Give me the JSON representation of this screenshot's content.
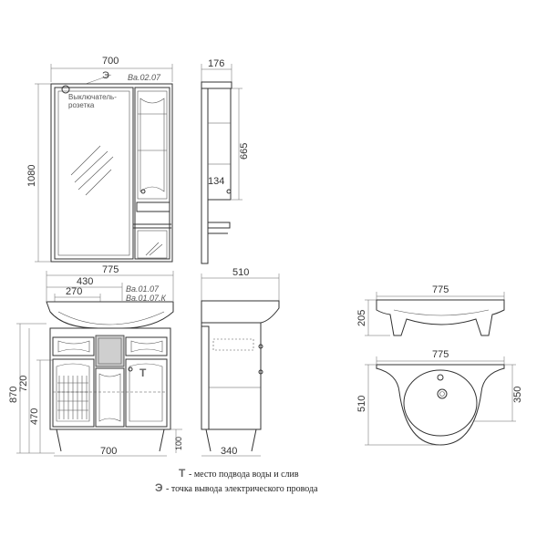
{
  "mirror": {
    "width": "700",
    "height": "1080",
    "depth": "176",
    "shelf_height": "665",
    "shelf_offset": "134",
    "model_code": "Ва.02.07",
    "outlet_mark": "Э",
    "outlet_label_line1": "Выключатель-",
    "outlet_label_line2": "розетка"
  },
  "cabinet": {
    "overall_width": "775",
    "inner_width_top": "430",
    "inner_width_mid": "270",
    "model_code_1": "Ва.01.07",
    "model_code_2": "Ва.01.07.К",
    "height_total": "870",
    "height_720": "720",
    "height_470": "470",
    "base_width": "700",
    "leg_height": "100",
    "depth": "510",
    "base_depth": "340",
    "water_mark": "Т"
  },
  "sink": {
    "top_width": "775",
    "top_height": "205",
    "plan_width": "775",
    "plan_depth": "510",
    "plan_inner": "350"
  },
  "legend": [
    {
      "mark": "Т",
      "text": "- место подвода воды и слив"
    },
    {
      "mark": "Э",
      "text": "- точка вывода электрического провода"
    }
  ]
}
